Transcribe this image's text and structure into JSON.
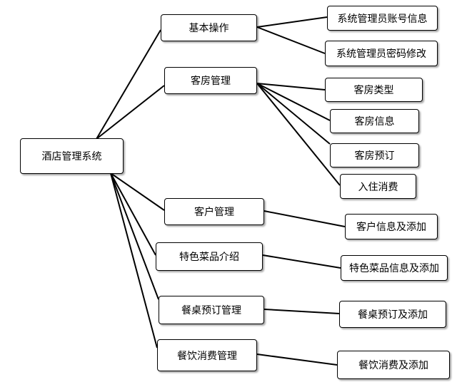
{
  "root": {
    "label": "酒店管理系统"
  },
  "branches": [
    {
      "label": "基本操作",
      "children": [
        "系统管理员账号信息",
        "系统管理员密码修改"
      ]
    },
    {
      "label": "客房管理",
      "children": [
        "客房类型",
        "客房信息",
        "客房预订",
        "入住消费"
      ]
    },
    {
      "label": "客户管理",
      "children": [
        "客户信息及添加"
      ]
    },
    {
      "label": "特色菜品介绍",
      "children": [
        "特色菜品信息及添加"
      ]
    },
    {
      "label": "餐桌预订管理",
      "children": [
        "餐桌预订及添加"
      ]
    },
    {
      "label": "餐饮消费管理",
      "children": [
        "餐饮消费及添加"
      ]
    }
  ]
}
